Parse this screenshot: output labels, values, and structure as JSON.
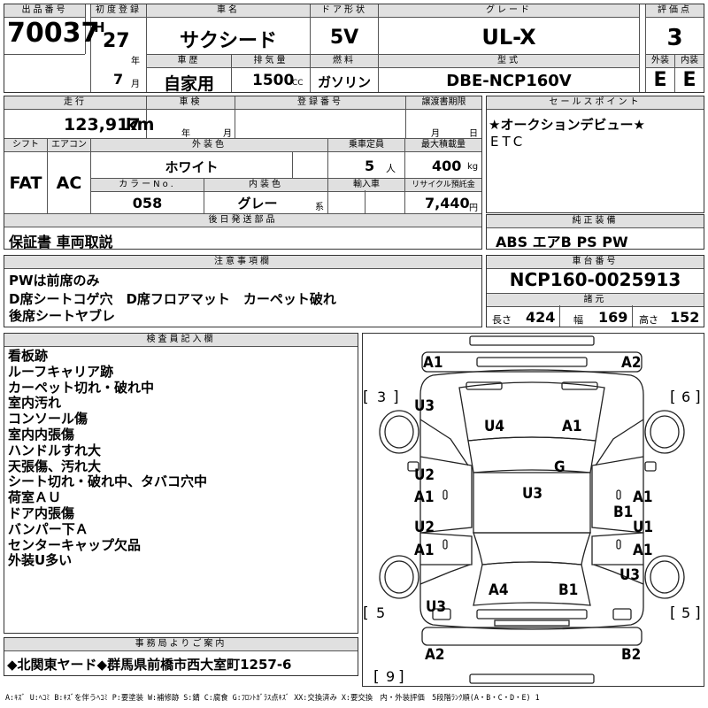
{
  "hdr": {
    "lot_no": "出品番号",
    "first_reg": "初度登録",
    "car_name": "車名",
    "door": "ドア形状",
    "grade": "グレード",
    "score": "評価点",
    "history": "車歴",
    "displacement": "排気量",
    "fuel": "燃料",
    "model_code": "型式",
    "exterior": "外装",
    "interior": "内装",
    "mileage": "走行",
    "inspection": "車検",
    "reg_no": "登録番号",
    "transfer": "譲渡書期限",
    "sales_point": "セールスポイント",
    "shift": "シフト",
    "aircon": "エアコン",
    "ext_color": "外装色",
    "capacity": "乗車定員",
    "max_load": "最大積載量",
    "color_no": "カラーNo.",
    "int_color": "内装色",
    "import": "輸入車",
    "recycle": "リサイクル預託金",
    "later_parts": "後日発送部品",
    "genuine": "純正装備",
    "caution": "注意事項欄",
    "chassis": "車台番号",
    "specs": "諸元",
    "inspector": "検査員記入欄",
    "office": "事務局よりご案内"
  },
  "v": {
    "lot": "70037",
    "era": "H",
    "year": "27",
    "year_unit": "年",
    "month": "7",
    "month_unit": "月",
    "name": "サクシード",
    "door": "5V",
    "grade": "UL-X",
    "score": "3",
    "history": "自家用",
    "disp": "1500",
    "disp_unit": "CC",
    "fuel": "ガソリン",
    "model": "DBE-NCP160V",
    "ext_grade": "E",
    "int_grade": "E",
    "mileage": "123,917",
    "km": "km",
    "insp_year": "年",
    "insp_month": "月",
    "xfer_month": "月",
    "xfer_day": "日",
    "shift": "FAT",
    "ac": "AC",
    "color": "ホワイト",
    "cap": "5",
    "cap_unit": "人",
    "load": "400",
    "load_unit": "kg",
    "color_no": "058",
    "int_color": "グレー",
    "int_suffix": "系",
    "recycle": "7,440",
    "recycle_unit": "円",
    "sales1": "★オークションデビュー★",
    "sales2": "ETC",
    "later": "保証書 車両取説",
    "equip": "ABS エアB PS PW",
    "caution1": "PWは前席のみ",
    "caution2": "D席シートコゲ穴　D席フロアマット　カーペット破れ",
    "caution3": "後席シートヤブレ",
    "chassis": "NCP160-0025913",
    "len_l": "長さ",
    "len": "424",
    "wid_l": "幅",
    "wid": "169",
    "hei_l": "高さ",
    "hei": "152",
    "office": "◆北関東ヤード◆群馬県前橋市西大室町1257-6",
    "legend": "A:ｷｽﾞ U:ﾍｺﾐ B:ｷｽﾞを伴うﾍｺﾐ P:要塗装 W:補修跡 S:錆 C:腐食 G:ﾌﾛﾝﾄｶﾞﾗｽ点ｷｽﾞ XX:交換済み X:要交換　内・外装評価　5段階ﾗﾝｸ順(A・B・C・D・E) 1"
  },
  "inspector_notes": [
    "看板跡",
    "ルーフキャリア跡",
    "カーペット切れ・破れ中",
    "室内汚れ",
    "コンソール傷",
    "室内内張傷",
    "ハンドルすれ大",
    "天張傷、汚れ大",
    "シート切れ・破れ中、タバコ穴中",
    "荷室ＡＵ",
    "ドア内張傷",
    "バンパー下Ａ",
    "センターキャップ欠品",
    "外装U多い"
  ],
  "diagram": {
    "a1_fl": "A1",
    "a2_fr": "A2",
    "b3": "3",
    "b6": "6",
    "u3_l": "U3",
    "u4": "U4",
    "a1_hood": "A1",
    "g": "G",
    "u2_1": "U2",
    "a1_l1": "A1",
    "u3_c": "U3",
    "a1_r1": "A1",
    "b1_r": "B1",
    "u2_2": "U2",
    "u1": "U1",
    "a1_l2": "A1",
    "a1_r2": "A1",
    "u3_r": "U3",
    "a4": "A4",
    "b1_rear": "B1",
    "b5_l": "5",
    "b5_r": "5",
    "u3_rear": "U3",
    "a2_rl": "A2",
    "b2": "B2",
    "b9": "9"
  }
}
